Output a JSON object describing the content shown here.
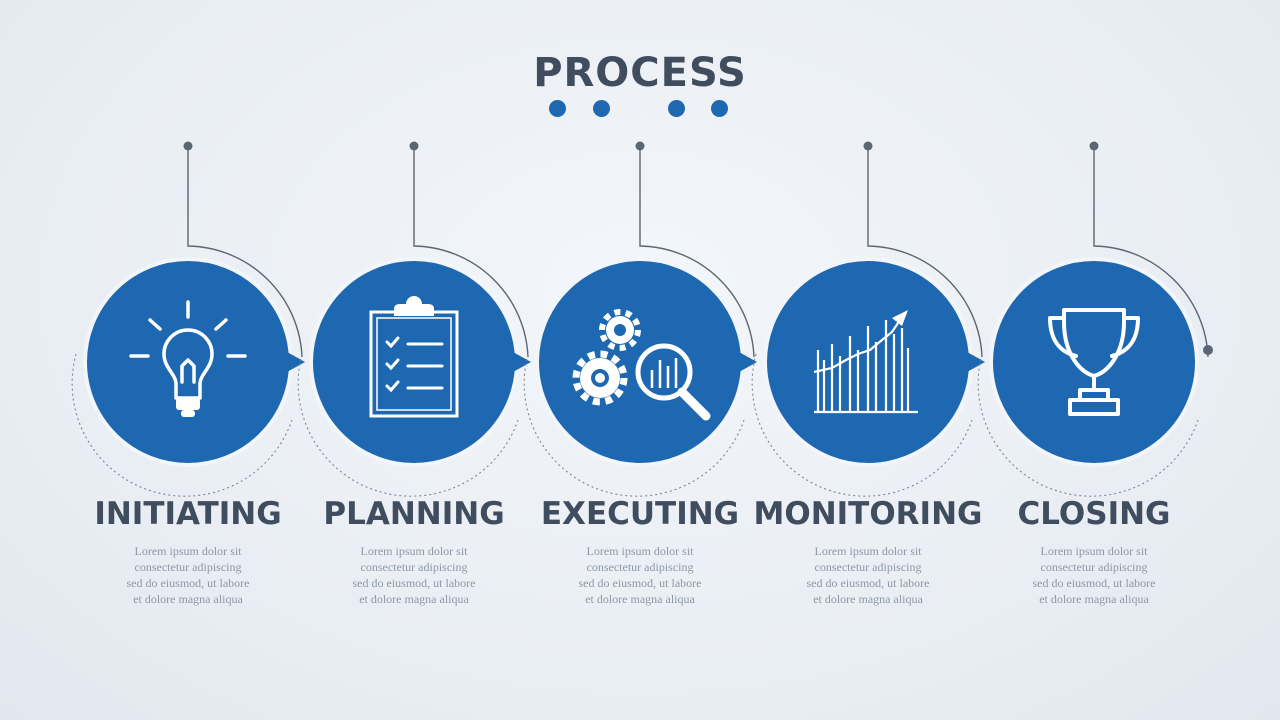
{
  "title": "PROCESS",
  "accent_color": "#1e68b2",
  "steps": [
    {
      "label": "INITIATING",
      "icon": "lightbulb-icon",
      "description": "Lorem ipsum dolor sit\nconsectetur adipiscing\nsed do eiusmod, ut labore\net dolore magna aliqua"
    },
    {
      "label": "PLANNING",
      "icon": "clipboard-checklist-icon",
      "description": "Lorem ipsum dolor sit\nconsectetur adipiscing\nsed do eiusmod, ut labore\net dolore magna aliqua"
    },
    {
      "label": "EXECUTING",
      "icon": "gears-magnifier-icon",
      "description": "Lorem ipsum dolor sit\nconsectetur adipiscing\nsed do eiusmod, ut labore\net dolore magna aliqua"
    },
    {
      "label": "MONITORING",
      "icon": "growth-chart-icon",
      "description": "Lorem ipsum dolor sit\nconsectetur adipiscing\nsed do eiusmod, ut labore\net dolore magna aliqua"
    },
    {
      "label": "CLOSING",
      "icon": "trophy-icon",
      "description": "Lorem ipsum dolor sit\nconsectetur adipiscing\nsed do eiusmod, ut labore\net dolore magna aliqua"
    }
  ]
}
